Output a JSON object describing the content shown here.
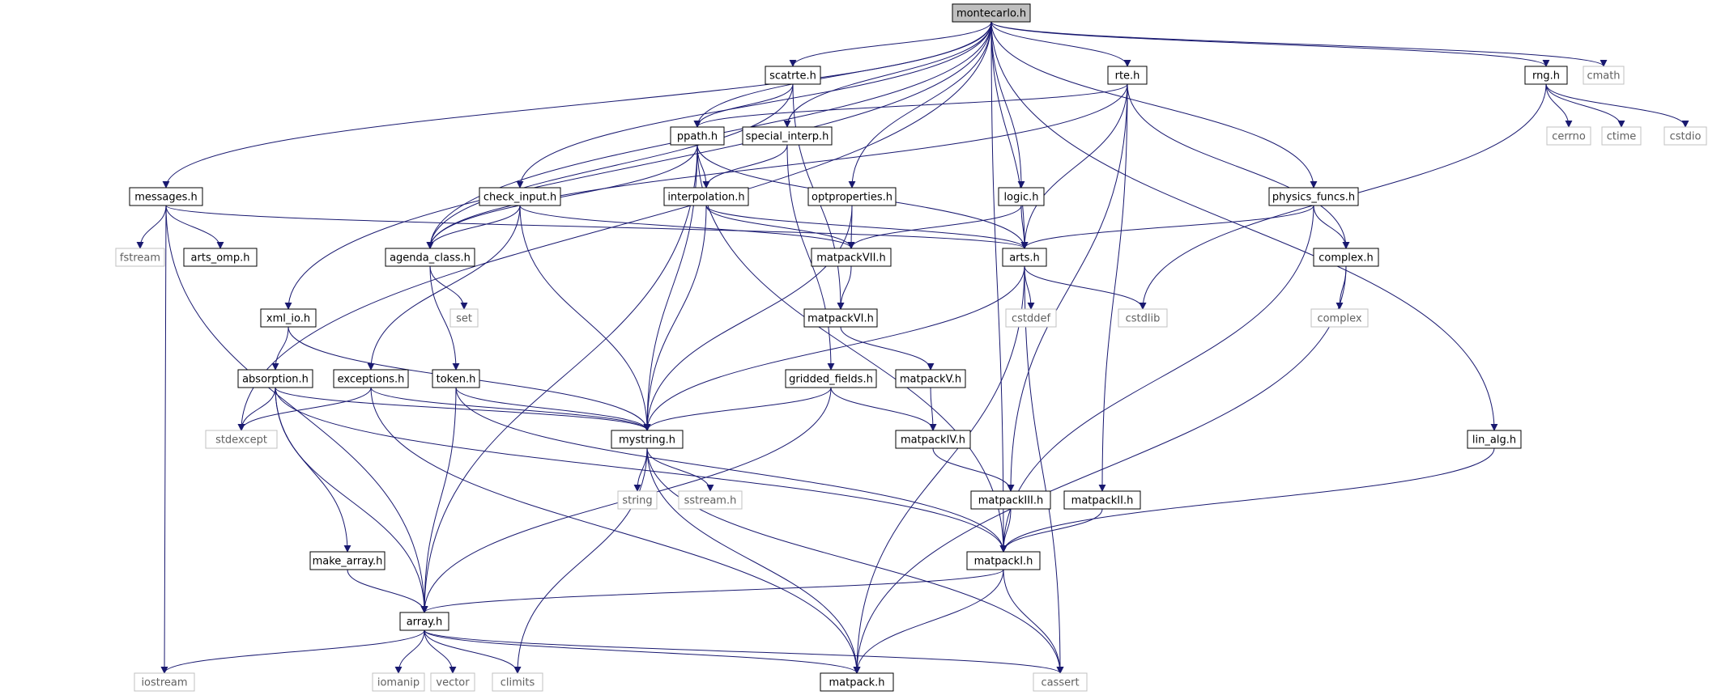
{
  "colors": {
    "edge": "#191970",
    "local_border": "#000000",
    "system_border": "#c0c0c0",
    "selected_fill": "#bfbfbf",
    "text": "#000000",
    "system_text": "#606060"
  },
  "graph": {
    "root": "montecarlo",
    "nodes": [
      {
        "id": "montecarlo",
        "label": "montecarlo.h",
        "kind": "selected"
      },
      {
        "id": "scatrte",
        "label": "scatrte.h",
        "kind": "local"
      },
      {
        "id": "rte",
        "label": "rte.h",
        "kind": "local"
      },
      {
        "id": "rng",
        "label": "rng.h",
        "kind": "local"
      },
      {
        "id": "cmath",
        "label": "cmath",
        "kind": "system"
      },
      {
        "id": "cerrno",
        "label": "cerrno",
        "kind": "system"
      },
      {
        "id": "ctime",
        "label": "ctime",
        "kind": "system"
      },
      {
        "id": "cstdio",
        "label": "cstdio",
        "kind": "system"
      },
      {
        "id": "ppath",
        "label": "ppath.h",
        "kind": "local"
      },
      {
        "id": "special_interp",
        "label": "special_interp.h",
        "kind": "local"
      },
      {
        "id": "messages",
        "label": "messages.h",
        "kind": "local"
      },
      {
        "id": "check_input",
        "label": "check_input.h",
        "kind": "local"
      },
      {
        "id": "interpolation",
        "label": "interpolation.h",
        "kind": "local"
      },
      {
        "id": "optproperties",
        "label": "optproperties.h",
        "kind": "local"
      },
      {
        "id": "logic",
        "label": "logic.h",
        "kind": "local"
      },
      {
        "id": "physics_funcs",
        "label": "physics_funcs.h",
        "kind": "local"
      },
      {
        "id": "fstream",
        "label": "fstream",
        "kind": "system"
      },
      {
        "id": "arts_omp",
        "label": "arts_omp.h",
        "kind": "local"
      },
      {
        "id": "agenda_class",
        "label": "agenda_class.h",
        "kind": "local"
      },
      {
        "id": "matpackVII",
        "label": "matpackVII.h",
        "kind": "local"
      },
      {
        "id": "arts",
        "label": "arts.h",
        "kind": "local"
      },
      {
        "id": "complex_h",
        "label": "complex.h",
        "kind": "local"
      },
      {
        "id": "set",
        "label": "set",
        "kind": "system"
      },
      {
        "id": "cstddef",
        "label": "cstddef",
        "kind": "system"
      },
      {
        "id": "cstdlib",
        "label": "cstdlib",
        "kind": "system"
      },
      {
        "id": "complex",
        "label": "complex",
        "kind": "system"
      },
      {
        "id": "xml_io",
        "label": "xml_io.h",
        "kind": "local"
      },
      {
        "id": "matpackVI",
        "label": "matpackVI.h",
        "kind": "local"
      },
      {
        "id": "absorption",
        "label": "absorption.h",
        "kind": "local"
      },
      {
        "id": "exceptions",
        "label": "exceptions.h",
        "kind": "local"
      },
      {
        "id": "token",
        "label": "token.h",
        "kind": "local"
      },
      {
        "id": "gridded_fields",
        "label": "gridded_fields.h",
        "kind": "local"
      },
      {
        "id": "matpackV",
        "label": "matpackV.h",
        "kind": "local"
      },
      {
        "id": "stdexcept",
        "label": "stdexcept",
        "kind": "system"
      },
      {
        "id": "mystring",
        "label": "mystring.h",
        "kind": "local"
      },
      {
        "id": "matpackIV",
        "label": "matpackIV.h",
        "kind": "local"
      },
      {
        "id": "lin_alg",
        "label": "lin_alg.h",
        "kind": "local"
      },
      {
        "id": "string",
        "label": "string",
        "kind": "system"
      },
      {
        "id": "sstream",
        "label": "sstream.h",
        "kind": "system"
      },
      {
        "id": "matpackIII",
        "label": "matpackIII.h",
        "kind": "local"
      },
      {
        "id": "matpackII",
        "label": "matpackII.h",
        "kind": "local"
      },
      {
        "id": "make_array",
        "label": "make_array.h",
        "kind": "local"
      },
      {
        "id": "matpackI",
        "label": "matpackI.h",
        "kind": "local"
      },
      {
        "id": "array",
        "label": "array.h",
        "kind": "local"
      },
      {
        "id": "iostream",
        "label": "iostream",
        "kind": "system"
      },
      {
        "id": "iomanip",
        "label": "iomanip",
        "kind": "system"
      },
      {
        "id": "vector",
        "label": "vector",
        "kind": "system"
      },
      {
        "id": "climits",
        "label": "climits",
        "kind": "system"
      },
      {
        "id": "matpack",
        "label": "matpack.h",
        "kind": "local"
      },
      {
        "id": "cassert",
        "label": "cassert",
        "kind": "system"
      }
    ],
    "edges": [
      [
        "montecarlo",
        "scatrte"
      ],
      [
        "montecarlo",
        "rte"
      ],
      [
        "montecarlo",
        "rng"
      ],
      [
        "montecarlo",
        "cmath"
      ],
      [
        "montecarlo",
        "ppath"
      ],
      [
        "montecarlo",
        "special_interp"
      ],
      [
        "montecarlo",
        "messages"
      ],
      [
        "montecarlo",
        "check_input"
      ],
      [
        "montecarlo",
        "optproperties"
      ],
      [
        "montecarlo",
        "logic"
      ],
      [
        "montecarlo",
        "physics_funcs"
      ],
      [
        "montecarlo",
        "arts"
      ],
      [
        "montecarlo",
        "xml_io"
      ],
      [
        "montecarlo",
        "stdexcept"
      ],
      [
        "montecarlo",
        "lin_alg"
      ],
      [
        "montecarlo",
        "matpackI"
      ],
      [
        "montecarlo",
        "agenda_class"
      ],
      [
        "scatrte",
        "ppath"
      ],
      [
        "scatrte",
        "agenda_class"
      ],
      [
        "scatrte",
        "matpackVI"
      ],
      [
        "rte",
        "ppath"
      ],
      [
        "rte",
        "agenda_class"
      ],
      [
        "rte",
        "arts"
      ],
      [
        "rte",
        "complex_h"
      ],
      [
        "rte",
        "matpackIII"
      ],
      [
        "rte",
        "matpackII"
      ],
      [
        "rng",
        "cerrno"
      ],
      [
        "rng",
        "ctime"
      ],
      [
        "rng",
        "cstdio"
      ],
      [
        "rng",
        "cstdlib"
      ],
      [
        "ppath",
        "interpolation"
      ],
      [
        "ppath",
        "agenda_class"
      ],
      [
        "ppath",
        "arts"
      ],
      [
        "ppath",
        "mystring"
      ],
      [
        "ppath",
        "array"
      ],
      [
        "ppath",
        "matpackI"
      ],
      [
        "special_interp",
        "interpolation"
      ],
      [
        "special_interp",
        "gridded_fields"
      ],
      [
        "messages",
        "fstream"
      ],
      [
        "messages",
        "arts_omp"
      ],
      [
        "messages",
        "arts"
      ],
      [
        "messages",
        "iostream"
      ],
      [
        "messages",
        "array"
      ],
      [
        "check_input",
        "agenda_class"
      ],
      [
        "check_input",
        "matpackVII"
      ],
      [
        "check_input",
        "exceptions"
      ],
      [
        "check_input",
        "mystring"
      ],
      [
        "interpolation",
        "matpackVII"
      ],
      [
        "interpolation",
        "arts"
      ],
      [
        "interpolation",
        "mystring"
      ],
      [
        "optproperties",
        "matpackVII"
      ],
      [
        "optproperties",
        "mystring"
      ],
      [
        "logic",
        "arts"
      ],
      [
        "logic",
        "matpackVII"
      ],
      [
        "physics_funcs",
        "arts"
      ],
      [
        "physics_funcs",
        "complex_h"
      ],
      [
        "physics_funcs",
        "matpackI"
      ],
      [
        "agenda_class",
        "set"
      ],
      [
        "agenda_class",
        "token"
      ],
      [
        "matpackVII",
        "matpackVI"
      ],
      [
        "arts",
        "cstddef"
      ],
      [
        "arts",
        "cstdlib"
      ],
      [
        "arts",
        "mystring"
      ],
      [
        "arts",
        "matpack"
      ],
      [
        "arts",
        "cassert"
      ],
      [
        "complex_h",
        "complex"
      ],
      [
        "complex_h",
        "matpack"
      ],
      [
        "xml_io",
        "absorption"
      ],
      [
        "xml_io",
        "mystring"
      ],
      [
        "matpackVI",
        "matpackV"
      ],
      [
        "absorption",
        "stdexcept"
      ],
      [
        "absorption",
        "mystring"
      ],
      [
        "absorption",
        "make_array"
      ],
      [
        "absorption",
        "array"
      ],
      [
        "absorption",
        "matpackI"
      ],
      [
        "exceptions",
        "stdexcept"
      ],
      [
        "exceptions",
        "mystring"
      ],
      [
        "exceptions",
        "matpack"
      ],
      [
        "token",
        "mystring"
      ],
      [
        "token",
        "array"
      ],
      [
        "token",
        "matpackI"
      ],
      [
        "gridded_fields",
        "mystring"
      ],
      [
        "gridded_fields",
        "matpackIV"
      ],
      [
        "gridded_fields",
        "array"
      ],
      [
        "matpackV",
        "matpackIV"
      ],
      [
        "mystring",
        "string"
      ],
      [
        "mystring",
        "sstream"
      ],
      [
        "mystring",
        "climits"
      ],
      [
        "mystring",
        "matpack"
      ],
      [
        "mystring",
        "cassert"
      ],
      [
        "matpackIV",
        "matpackIII"
      ],
      [
        "lin_alg",
        "matpackI"
      ],
      [
        "matpackIII",
        "matpackI"
      ],
      [
        "matpackII",
        "matpackI"
      ],
      [
        "make_array",
        "array"
      ],
      [
        "matpackI",
        "array"
      ],
      [
        "matpackI",
        "matpack"
      ],
      [
        "matpackI",
        "cassert"
      ],
      [
        "array",
        "iostream"
      ],
      [
        "array",
        "iomanip"
      ],
      [
        "array",
        "vector"
      ],
      [
        "array",
        "climits"
      ],
      [
        "array",
        "matpack"
      ],
      [
        "array",
        "cassert"
      ]
    ]
  }
}
